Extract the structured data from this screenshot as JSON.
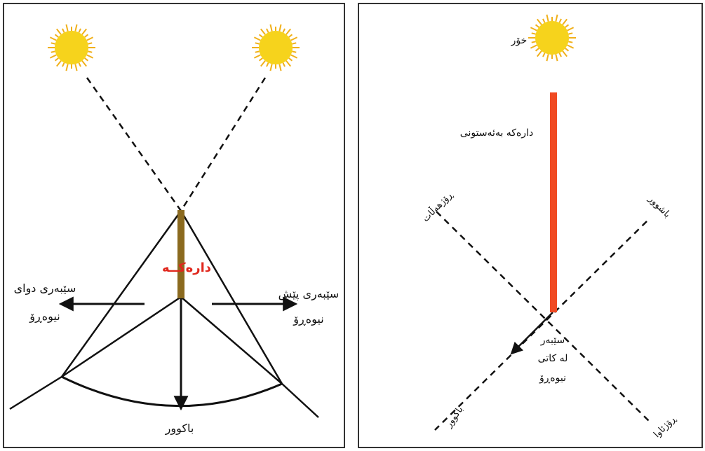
{
  "left": {
    "pole_label": "دارەکــە",
    "shadow_after_noon": [
      "سێبەری دوای",
      "نیوەڕۆ"
    ],
    "shadow_before_noon": [
      "سێبەری پێش",
      "نیوەڕۆ"
    ],
    "north_label": "باکوور"
  },
  "right": {
    "sun_label": "خۆر",
    "pole_label": "دارەکە بەئەستونی",
    "east_label": "ڕۆژهەڵات",
    "south_label": "باشوور",
    "north_label": "باکوور",
    "west_label": "ڕۆژئاوا",
    "shadow_noon_label": [
      "سێبەر",
      "لە کاتی",
      "نیوەڕۆ"
    ]
  },
  "colors": {
    "sun": "#f6d31c",
    "sun_rays": "#f0b01a",
    "left_pole": "#8b6a1f",
    "right_pole": "#f04a23",
    "left_pole_text": "#e0281e"
  }
}
